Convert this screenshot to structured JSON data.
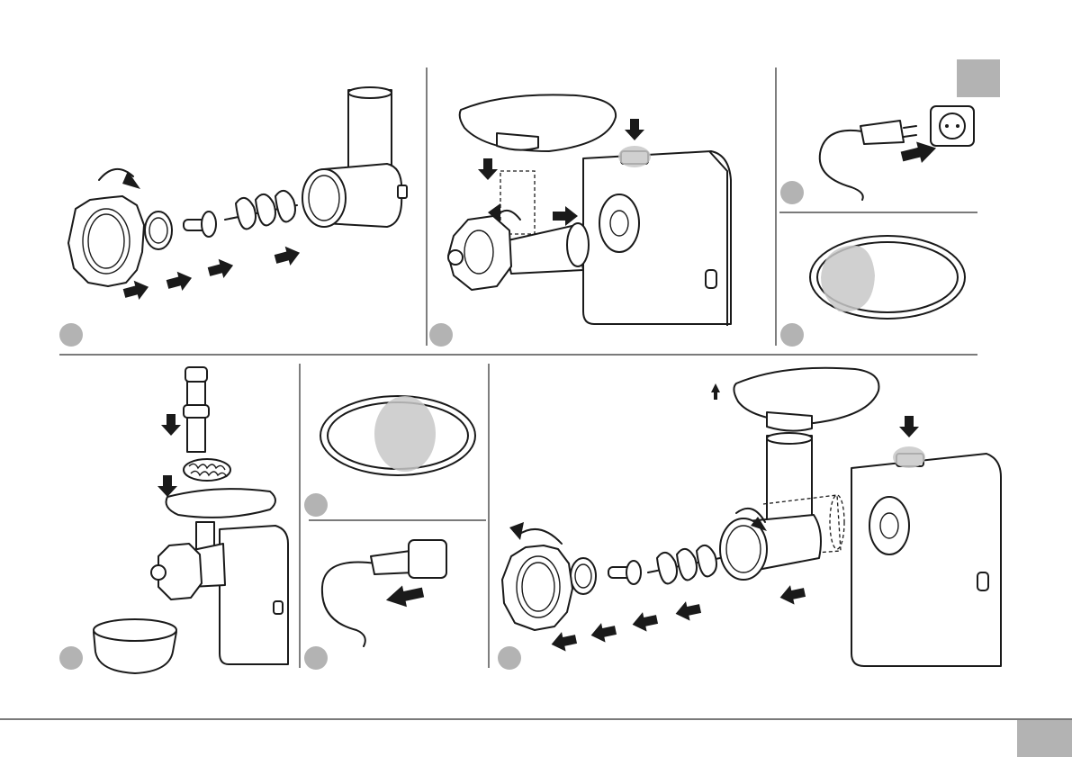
{
  "document": {
    "type": "instruction-illustration-page",
    "text_content": "",
    "colors": {
      "ink": "#1a1a1a",
      "badge": "#b3b3b3",
      "highlight": "#c8c8c8",
      "background": "#ffffff"
    },
    "panels": [
      {
        "depicts": "exploded-grinder-assembly"
      },
      {
        "depicts": "attach-grinder-and-tray"
      },
      {
        "depicts": "plug-into-socket"
      },
      {
        "depicts": "power-on-indicator"
      },
      {
        "depicts": "feed-meat-with-pusher"
      },
      {
        "depicts": "power-off-indicator"
      },
      {
        "depicts": "unplug-from-socket"
      },
      {
        "depicts": "disassemble-grinder"
      }
    ]
  }
}
